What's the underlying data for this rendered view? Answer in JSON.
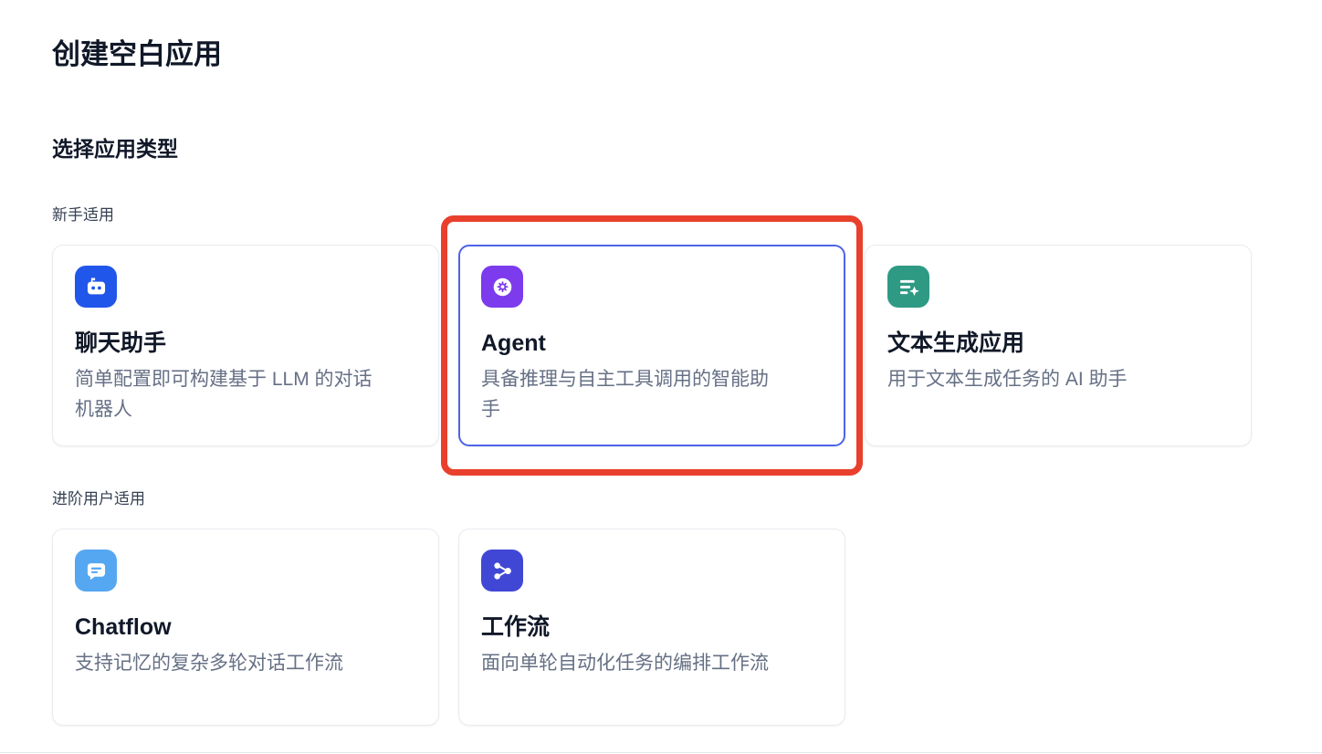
{
  "page": {
    "title": "创建空白应用",
    "section_heading": "选择应用类型"
  },
  "groups": [
    {
      "label": "新手适用",
      "cards": [
        {
          "title": "聊天助手",
          "description": "简单配置即可构建基于 LLM 的对话机器人",
          "icon": "chat-assistant-icon",
          "icon_color": "#2156EB",
          "selected": false
        },
        {
          "title": "Agent",
          "description": "具备推理与自主工具调用的智能助手",
          "icon": "agent-icon",
          "icon_color": "#7C3BEC",
          "selected": true
        },
        {
          "title": "文本生成应用",
          "description": "用于文本生成任务的 AI 助手",
          "icon": "text-generator-icon",
          "icon_color": "#2E9A84",
          "selected": false
        }
      ]
    },
    {
      "label": "进阶用户适用",
      "cards": [
        {
          "title": "Chatflow",
          "description": "支持记忆的复杂多轮对话工作流",
          "icon": "chatflow-icon",
          "icon_color": "#55A7F2",
          "selected": false
        },
        {
          "title": "工作流",
          "description": "面向单轮自动化任务的编排工作流",
          "icon": "workflow-icon",
          "icon_color": "#4147D5",
          "selected": false
        }
      ]
    }
  ],
  "colors": {
    "selected_border": "#4E63E9",
    "highlight_box": "#E8402C"
  }
}
